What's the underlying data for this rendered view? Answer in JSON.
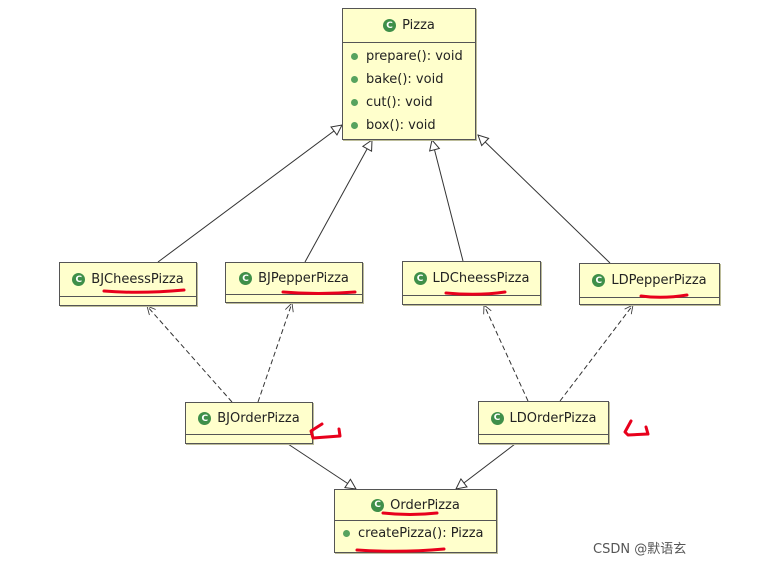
{
  "classes": {
    "pizza": {
      "name": "Pizza",
      "icon": "class-icon",
      "operations": [
        "prepare(): void",
        "bake(): void",
        "cut(): void",
        "box(): void"
      ]
    },
    "bj_cheess": {
      "name": "BJCheessPizza",
      "icon": "class-icon"
    },
    "bj_pepper": {
      "name": "BJPepperPizza",
      "icon": "class-icon"
    },
    "ld_cheess": {
      "name": "LDCheessPizza",
      "icon": "class-icon"
    },
    "ld_pepper": {
      "name": "LDPepperPizza",
      "icon": "class-icon"
    },
    "bj_order": {
      "name": "BJOrderPizza",
      "icon": "class-icon"
    },
    "ld_order": {
      "name": "LDOrderPizza",
      "icon": "class-icon"
    },
    "order": {
      "name": "OrderPizza",
      "icon": "class-icon",
      "operations": [
        "createPizza(): Pizza"
      ]
    }
  },
  "class_icon_glyph": "C",
  "annotation_color": "#e8001c",
  "icon_color": "#3f8f49",
  "watermark": "CSDN @默语玄"
}
